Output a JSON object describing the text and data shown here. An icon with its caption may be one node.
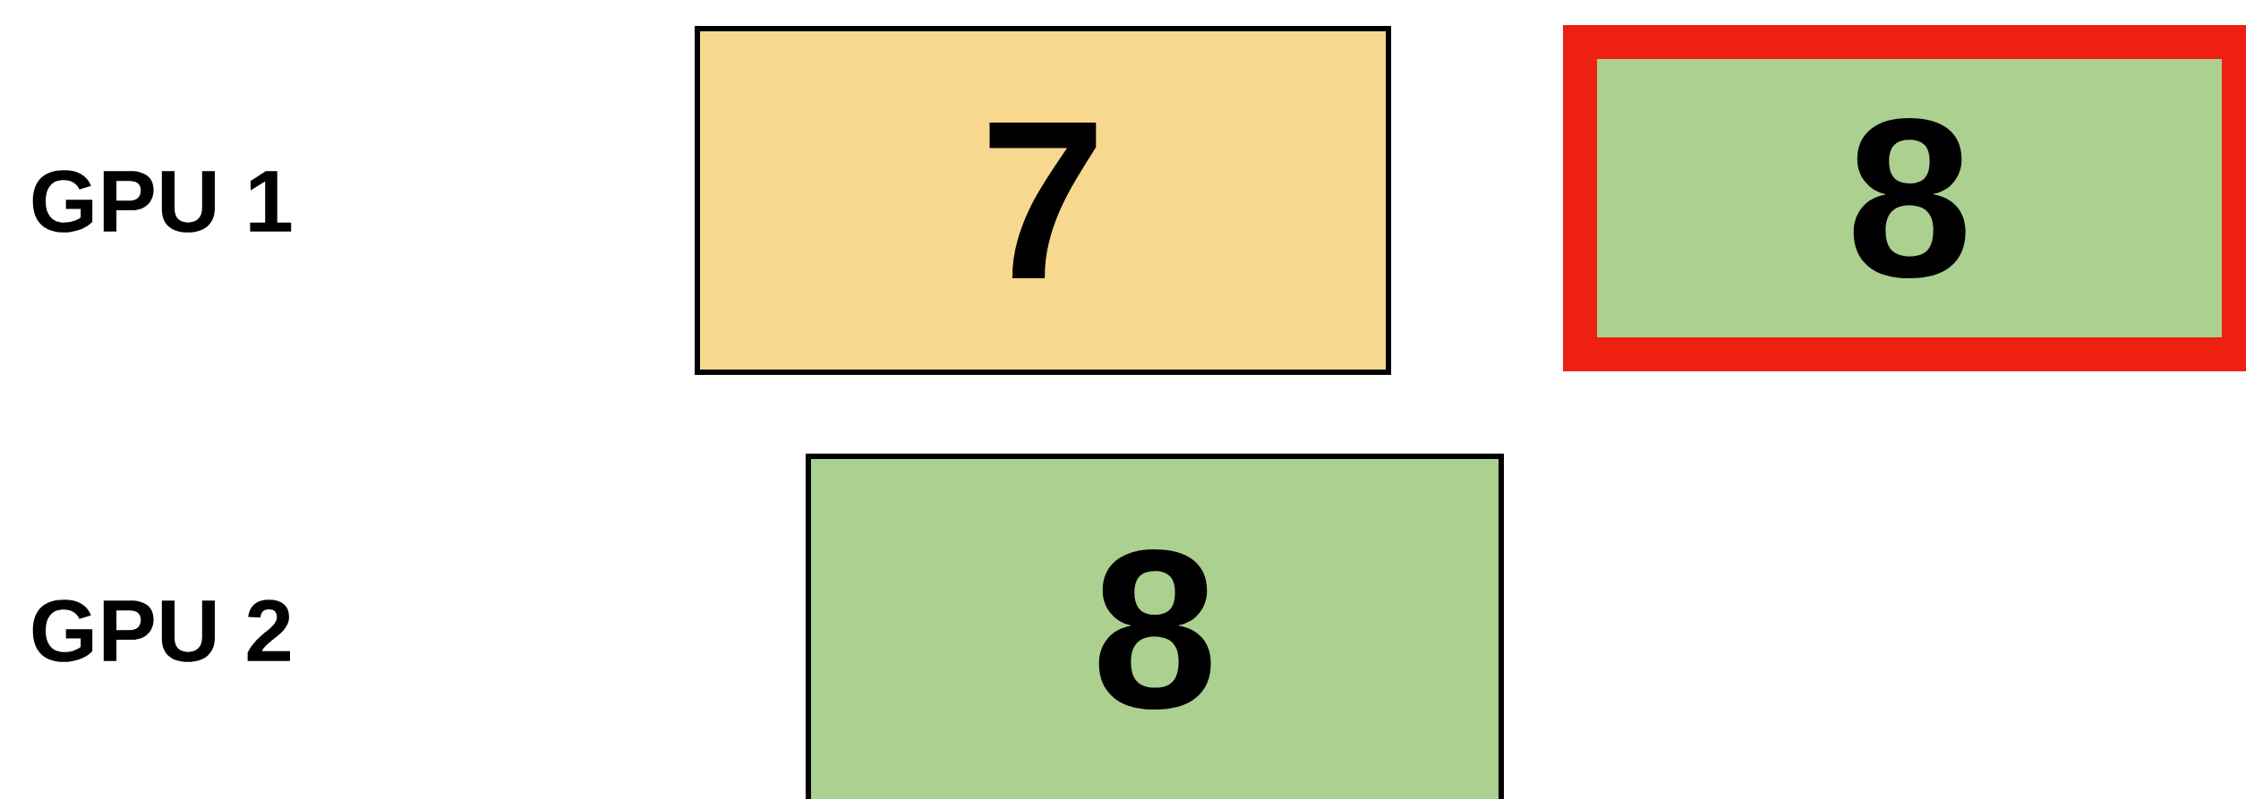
{
  "diagram": {
    "nodes": [
      {
        "text": [
          "7"
        ]
      },
      {
        "text": [
          "8"
        ]
      },
      {
        "text": [
          "8"
        ]
      }
    ],
    "labels": [
      "GPU 1",
      "GPU 2"
    ]
  }
}
